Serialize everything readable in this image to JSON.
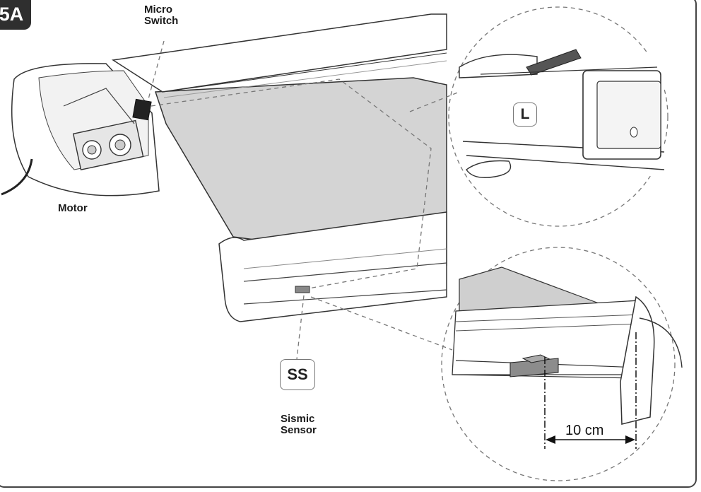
{
  "figure": {
    "badge": "5A",
    "labels": {
      "micro_switch": [
        "Micro",
        "Switch"
      ],
      "motor": "Motor",
      "sismic_sensor": [
        "Sismic",
        "Sensor"
      ]
    },
    "keys": {
      "L": "L",
      "SS": "SS"
    },
    "dimension": "10 cm"
  },
  "colors": {
    "frame": "#444444",
    "badge": "#2f2f2f",
    "fabric": "#d4d4d4",
    "sensor": "#8c8c8c",
    "dash": "#777777"
  }
}
